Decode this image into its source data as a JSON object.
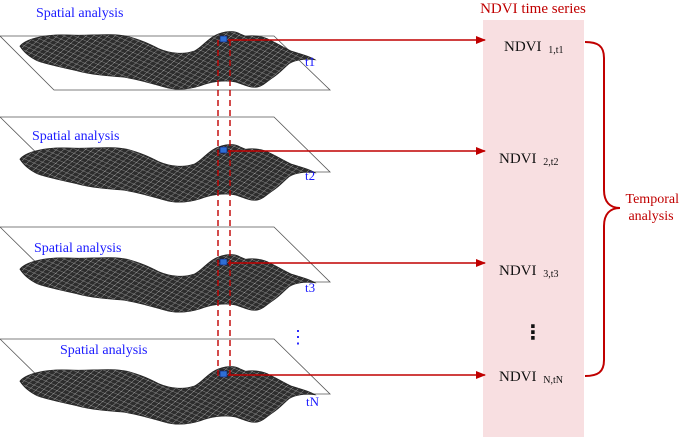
{
  "diagram": {
    "header": "NDVI  time series",
    "temporal_label_lines": [
      "Temporal",
      "analysis"
    ],
    "layers": [
      {
        "label": "Spatial analysis",
        "time": "t1",
        "ndvi_main": "NDVI",
        "ndvi_sub": "1,t1"
      },
      {
        "label": "Spatial analysis",
        "time": "t2",
        "ndvi_main": "NDVI",
        "ndvi_sub": "2,t2"
      },
      {
        "label": "Spatial analysis",
        "time": "t3",
        "ndvi_main": "NDVI",
        "ndvi_sub": "3,t3"
      },
      {
        "label": "Spatial analysis",
        "time": "tN",
        "ndvi_main": "NDVI",
        "ndvi_sub": "N,tN"
      }
    ],
    "left_ellipsis": "⋮",
    "right_ellipsis": "⋮",
    "colors": {
      "arrow": "#c00000",
      "panel": "#f8dfe1",
      "label_blue": "#1a1aff",
      "region_fill": "#3b3b3b",
      "pixel": "#2f6fd6"
    }
  }
}
